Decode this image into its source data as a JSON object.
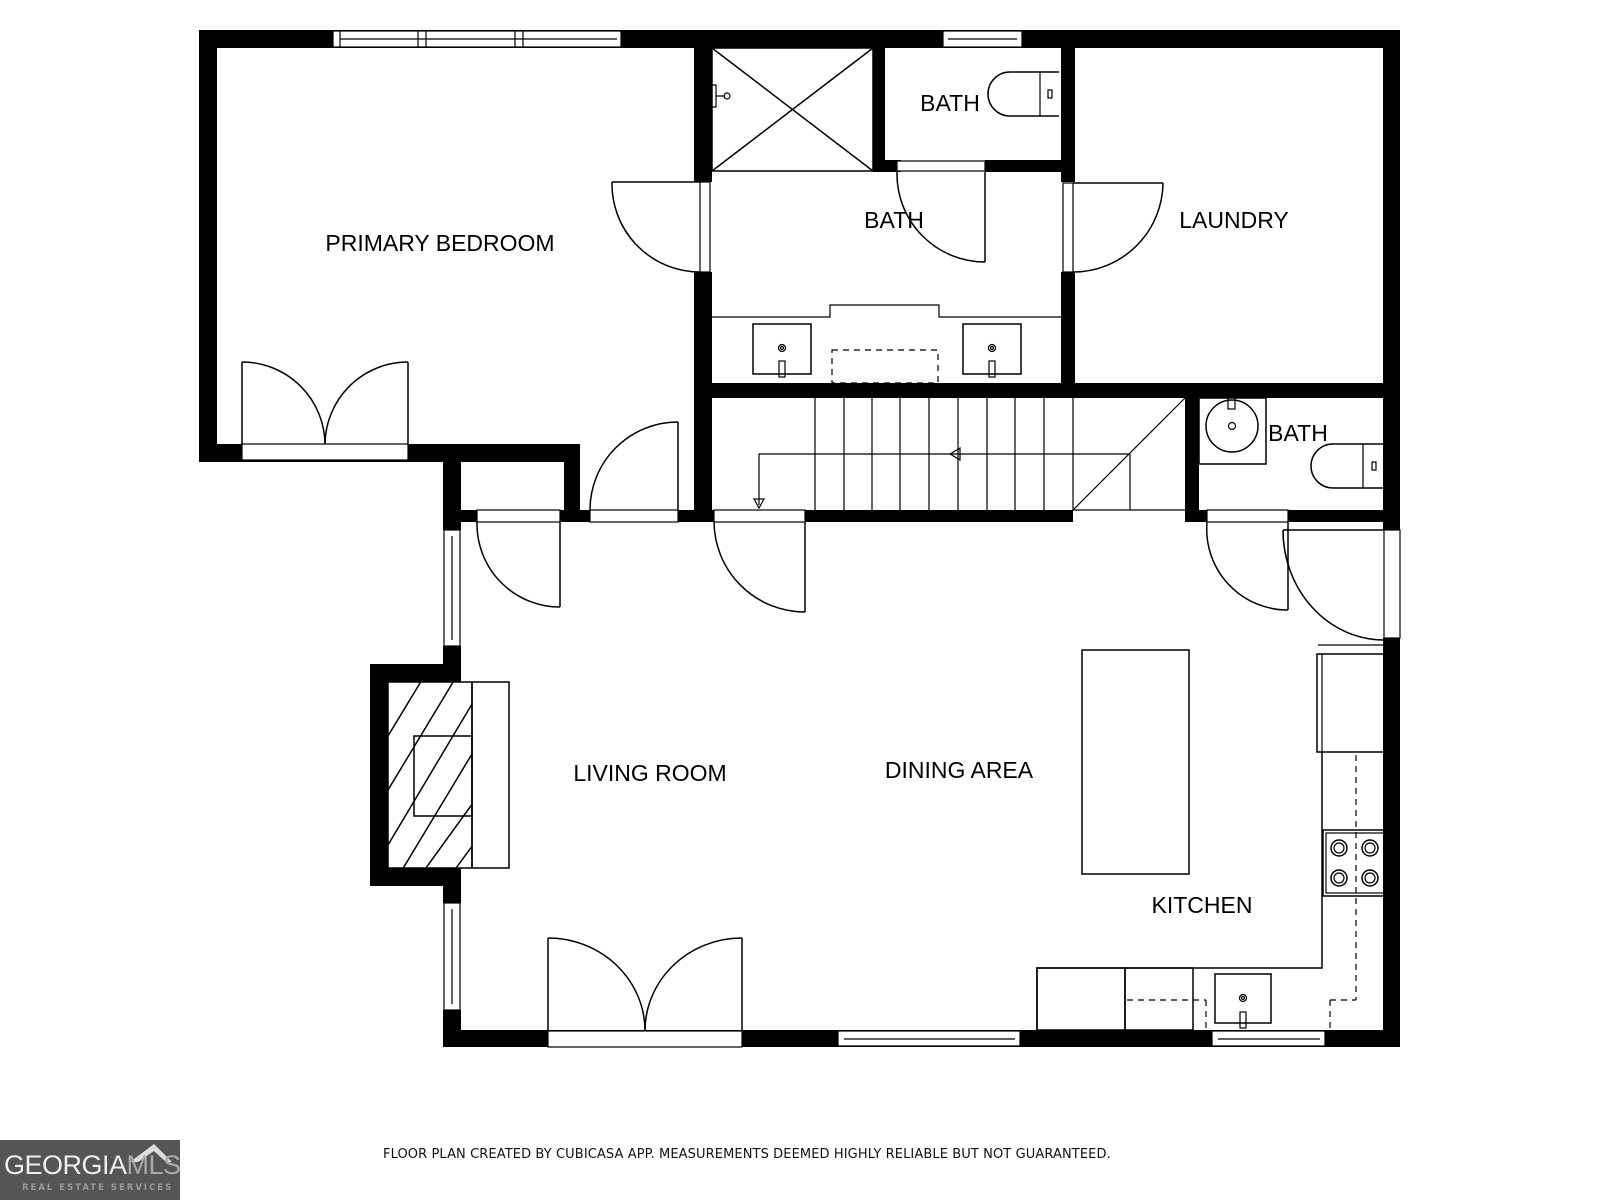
{
  "rooms": {
    "primary_bedroom": "PRIMARY BEDROOM",
    "bath_upper_left": "BATH",
    "bath_main": "BATH",
    "laundry": "LAUNDRY",
    "bath_half": "BATH",
    "living_room": "LIVING ROOM",
    "dining_area": "DINING AREA",
    "kitchen": "KITCHEN"
  },
  "footer": {
    "note": "FLOOR PLAN CREATED BY CUBICASA APP. MEASUREMENTS DEEMED HIGHLY RELIABLE BUT NOT GUARANTEED."
  },
  "logo": {
    "main_a": "GEORGIA",
    "main_b": "MLS",
    "sub": "REAL ESTATE SERVICES"
  },
  "colors": {
    "wall": "#000000",
    "background": "#ffffff",
    "logo_bg": "#555555"
  }
}
